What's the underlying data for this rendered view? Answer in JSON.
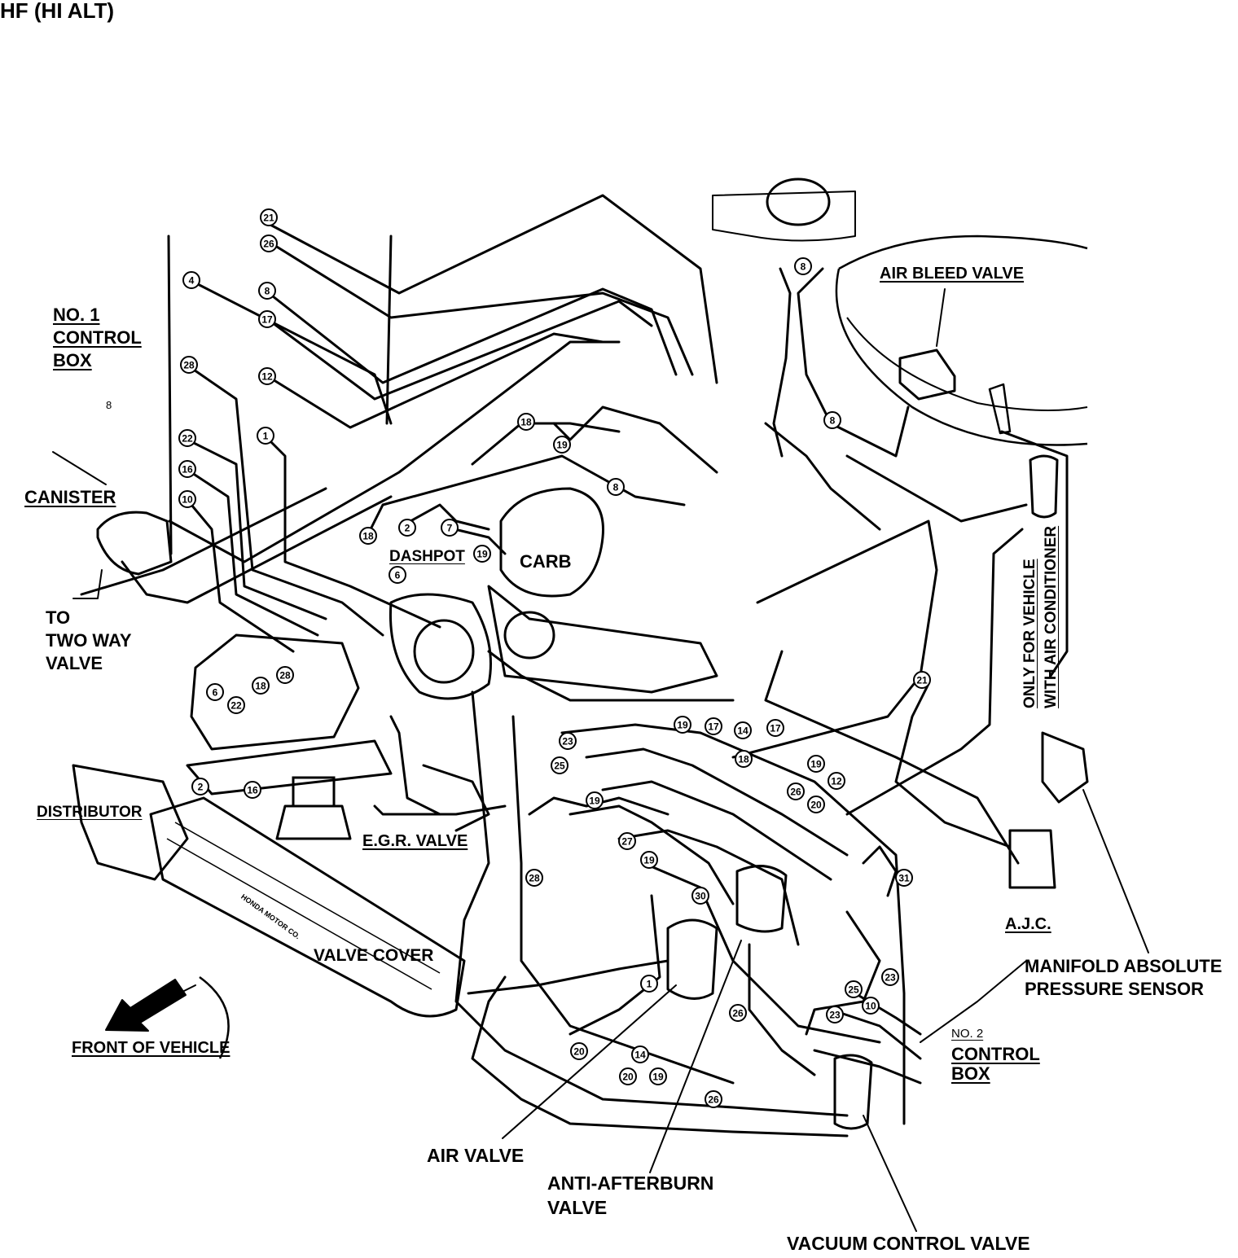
{
  "title": "HF (HI ALT)",
  "labels": {
    "control_box_1": [
      "NO. 1",
      "CONTROL",
      "BOX"
    ],
    "canister": "CANISTER",
    "to_two_way_valve": [
      "TO",
      "TWO WAY",
      "VALVE"
    ],
    "dashpot": "DASHPOT",
    "carb": "CARB",
    "air_bleed_valve": "AIR BLEED VALVE",
    "only_for_ac": [
      "ONLY FOR VEHICLE",
      "WITH AIR CONDITIONER"
    ],
    "distributor": "DISTRIBUTOR",
    "egr_valve": "E.G.R. VALVE",
    "valve_cover": "VALVE COVER",
    "honda_motor": "HONDA MOTOR CO.",
    "front_of_vehicle": "FRONT OF VEHICLE",
    "ajc": "A.J.C.",
    "map_sensor": [
      "MANIFOLD ABSOLUTE",
      "PRESSURE SENSOR"
    ],
    "control_box_2": [
      "NO. 2",
      "CONTROL",
      "BOX"
    ],
    "air_valve": "AIR VALVE",
    "anti_afterburn": [
      "ANTI-AFTERBURN",
      "VALVE"
    ],
    "vacuum_control_valve": "VACUUM CONTROL VALVE",
    "stray_mark": "8"
  },
  "hose_numbers": [
    "21",
    "26",
    "8",
    "17",
    "12",
    "4",
    "28",
    "22",
    "16",
    "10",
    "1",
    "18",
    "19",
    "2",
    "7",
    "18",
    "19",
    "6",
    "8",
    "8",
    "8",
    "21",
    "6",
    "22",
    "18",
    "28",
    "2",
    "16",
    "19",
    "17",
    "14",
    "17",
    "18",
    "19",
    "23",
    "25",
    "19",
    "26",
    "12",
    "20",
    "27",
    "19",
    "28",
    "30",
    "31",
    "1",
    "25",
    "10",
    "23",
    "23",
    "26",
    "20",
    "14",
    "20",
    "19",
    "26"
  ]
}
